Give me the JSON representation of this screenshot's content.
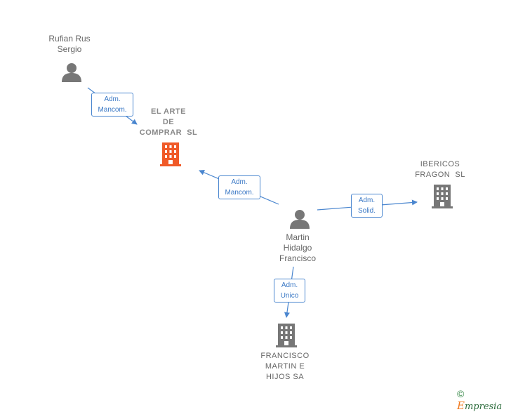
{
  "nodes": {
    "rufian": {
      "type": "person",
      "lines": [
        "Rufian Rus",
        "Sergio"
      ]
    },
    "el_arte": {
      "type": "company-focus",
      "lines": [
        "EL ARTE",
        "DE",
        "COMPRAR  SL"
      ]
    },
    "ibericos": {
      "type": "company",
      "lines": [
        "IBERICOS",
        "FRAGON  SL"
      ]
    },
    "martin": {
      "type": "person",
      "lines": [
        "Martin",
        "Hidalgo",
        "Francisco"
      ]
    },
    "francisco_sa": {
      "type": "company",
      "lines": [
        "FRANCISCO",
        "MARTIN E",
        "HIJOS SA"
      ]
    }
  },
  "edges": {
    "rufian_to_arte": {
      "lines": [
        "Adm.",
        "Mancom."
      ]
    },
    "martin_to_arte": {
      "lines": [
        "Adm.",
        "Mancom."
      ]
    },
    "martin_to_ibericos": {
      "lines": [
        "Adm.",
        "Solid."
      ]
    },
    "martin_to_francisco": {
      "lines": [
        "Adm.",
        "Unico"
      ]
    }
  },
  "colors": {
    "edge": "#4a86cf",
    "person_icon": "#777777",
    "company_icon": "#777777",
    "focus_company_icon": "#f05a28"
  },
  "footer": {
    "copyright": "©",
    "brand_initial": "E",
    "brand_rest": "mpresia"
  }
}
